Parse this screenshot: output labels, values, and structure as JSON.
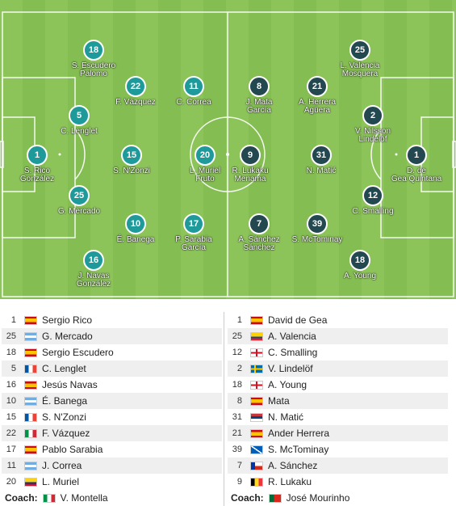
{
  "pitch": {
    "home": [
      {
        "number": "1",
        "name": "S. Rico\nGonzález"
      },
      {
        "number": "18",
        "name": "S. Escudero\nPalomo"
      },
      {
        "number": "5",
        "name": "C. Lenglet"
      },
      {
        "number": "25",
        "name": "G. Mercado"
      },
      {
        "number": "16",
        "name": "J. Navas\nGonzález"
      },
      {
        "number": "22",
        "name": "F. Vázquez"
      },
      {
        "number": "15",
        "name": "S. N'Zonzi"
      },
      {
        "number": "10",
        "name": "É. Banega"
      },
      {
        "number": "11",
        "name": "C. Correa"
      },
      {
        "number": "20",
        "name": "L. Muriel\nFruto"
      },
      {
        "number": "17",
        "name": "P. Sarabia\nGarcía"
      }
    ],
    "away": [
      {
        "number": "8",
        "name": "J. Mata\nGarcía"
      },
      {
        "number": "9",
        "name": "R. Lukaku\nMenama"
      },
      {
        "number": "7",
        "name": "A. Sánchez\nSánchez"
      },
      {
        "number": "21",
        "name": "A. Herrera\nAgüera"
      },
      {
        "number": "31",
        "name": "N. Matić"
      },
      {
        "number": "39",
        "name": "S. McTominay"
      },
      {
        "number": "25",
        "name": "L. Valencia\nMosquera"
      },
      {
        "number": "2",
        "name": "V. Nilsson\nLindelöf"
      },
      {
        "number": "12",
        "name": "C. Smalling"
      },
      {
        "number": "18",
        "name": "A. Young"
      },
      {
        "number": "1",
        "name": "D. de\nGea Quintana"
      }
    ]
  },
  "lineup": {
    "home": [
      {
        "number": "1",
        "flag": "ESP",
        "name": "Sergio Rico"
      },
      {
        "number": "25",
        "flag": "ARG",
        "name": "G. Mercado"
      },
      {
        "number": "18",
        "flag": "ESP",
        "name": "Sergio Escudero"
      },
      {
        "number": "5",
        "flag": "FRA",
        "name": "C. Lenglet"
      },
      {
        "number": "16",
        "flag": "ESP",
        "name": "Jesús Navas"
      },
      {
        "number": "10",
        "flag": "ARG",
        "name": "É. Banega"
      },
      {
        "number": "15",
        "flag": "FRA",
        "name": "S. N'Zonzi"
      },
      {
        "number": "22",
        "flag": "ITA",
        "name": "F. Vázquez"
      },
      {
        "number": "17",
        "flag": "ESP",
        "name": "Pablo Sarabia"
      },
      {
        "number": "11",
        "flag": "ARG",
        "name": "J. Correa"
      },
      {
        "number": "20",
        "flag": "COL",
        "name": "L. Muriel"
      }
    ],
    "away": [
      {
        "number": "1",
        "flag": "ESP",
        "name": "David de Gea"
      },
      {
        "number": "25",
        "flag": "ECU",
        "name": "A. Valencia"
      },
      {
        "number": "12",
        "flag": "ENG",
        "name": "C. Smalling"
      },
      {
        "number": "2",
        "flag": "SWE",
        "name": "V. Lindelöf"
      },
      {
        "number": "18",
        "flag": "ENG",
        "name": "A. Young"
      },
      {
        "number": "8",
        "flag": "ESP",
        "name": "Mata"
      },
      {
        "number": "31",
        "flag": "SRB",
        "name": "N. Matić"
      },
      {
        "number": "21",
        "flag": "ESP",
        "name": "Ander Herrera"
      },
      {
        "number": "39",
        "flag": "SCO",
        "name": "S. McTominay"
      },
      {
        "number": "7",
        "flag": "CHI",
        "name": "A. Sánchez"
      },
      {
        "number": "9",
        "flag": "BEL",
        "name": "R. Lukaku"
      }
    ],
    "coach_label": "Coach:",
    "home_coach": {
      "flag": "ITA",
      "name": "V. Montella"
    },
    "away_coach": {
      "flag": "POR",
      "name": "José Mourinho"
    }
  },
  "colors": {
    "home_marker": "#1f9a9a",
    "away_marker": "#23484f",
    "pitch_green": "#8dc45a"
  }
}
